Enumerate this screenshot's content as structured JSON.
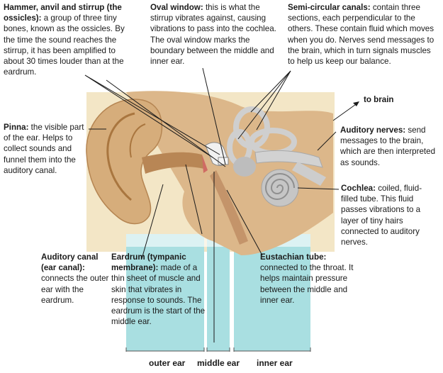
{
  "labels": {
    "ossicles": {
      "title": "Hammer, anvil and stirrup (the ossicles):",
      "body": " a group of three tiny bones, known as the ossicles. By the time the sound reaches the stirrup, it has been amplified to about 30 times louder than at the eardrum."
    },
    "oval_window": {
      "title": "Oval window:",
      "body": " this is what the stirrup vibrates against, causing vibrations to pass into the cochlea. The oval window marks the boundary between the middle and inner ear."
    },
    "semicircular": {
      "title": "Semi-circular canals:",
      "body": " contain three sections, each perpendicular to the others. These contain fluid which moves when you do. Nerves send messages to the brain, which in turn signals muscles to help us keep our balance."
    },
    "to_brain": "to brain",
    "auditory_nerves": {
      "title": "Auditory nerves:",
      "body": " send messages to the brain, which are then interpreted as sounds."
    },
    "pinna": {
      "title": "Pinna:",
      "body": " the visible part of the ear. Helps to collect sounds and funnel them into the auditory canal."
    },
    "cochlea": {
      "title": "Cochlea:",
      "body": " coiled, fluid-filled tube. This fluid passes vibrations to a layer of tiny hairs connected to auditory nerves."
    },
    "auditory_canal": {
      "title": "Auditory canal (ear canal):",
      "body": " connects the outer ear with the eardrum."
    },
    "eardrum": {
      "title": "Eardrum (tympanic membrane):",
      "body": " made of a thin sheet of muscle and skin that vibrates in response to sounds. The eardrum is the start of the middle ear."
    },
    "eustachian": {
      "title": "Eustachian tube:",
      "body": " connected to the throat. It helps maintain pressure between the middle and inner ear."
    }
  },
  "regions": {
    "outer": "outer ear",
    "middle": "middle ear",
    "inner": "inner ear"
  },
  "colors": {
    "skin": "#d9b385",
    "skin_dark": "#b98a5c",
    "background_box": "#f3e6c6",
    "cyan_band": "#a9dfe1",
    "inner_ear": "#c8c8c8",
    "bone": "#e8e8e8"
  }
}
